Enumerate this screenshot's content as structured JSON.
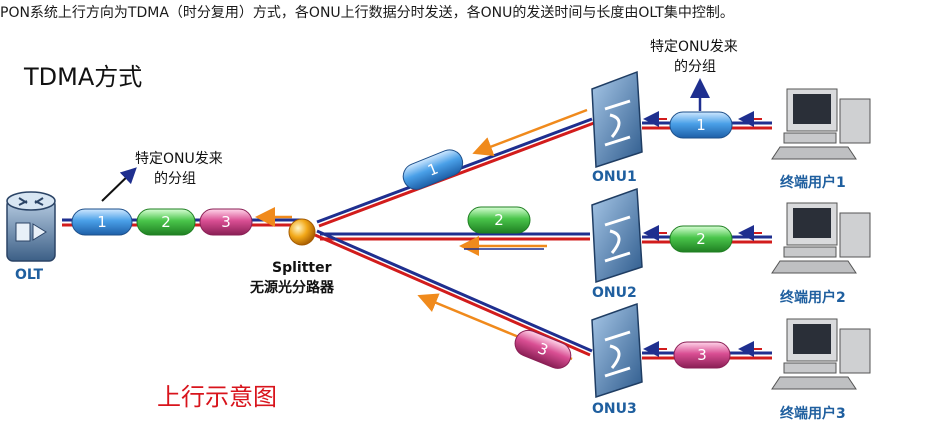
{
  "caption": "PON系统上行方向为TDMA（时分复用）方式，各ONU上行数据分时发送，各ONU的发送时间与长度由OLT集中控制。",
  "diagram": {
    "title": "TDMA方式",
    "olt_label": "OLT",
    "splitter_label": "Splitter",
    "splitter_sublabel": "无源光分路器",
    "onu_labels": [
      "ONU1",
      "ONU2",
      "ONU3"
    ],
    "user_labels": [
      "终端用户1",
      "终端用户2",
      "终端用户3"
    ],
    "group_note_line1": "特定ONU发来",
    "group_note_line2": "的分组",
    "packet_labels": [
      "1",
      "2",
      "3"
    ],
    "footer_label": "上行示意图",
    "colors": {
      "packet_1": "#3a8fd6",
      "packet_2": "#35b83a",
      "packet_3": "#d4408a",
      "fiber_blue": "#1f2f8f",
      "fiber_red": "#d21c1c",
      "arrow_orange": "#f08a1c",
      "label_blue": "#1f5f9f",
      "footer_red": "#d8141c"
    }
  }
}
